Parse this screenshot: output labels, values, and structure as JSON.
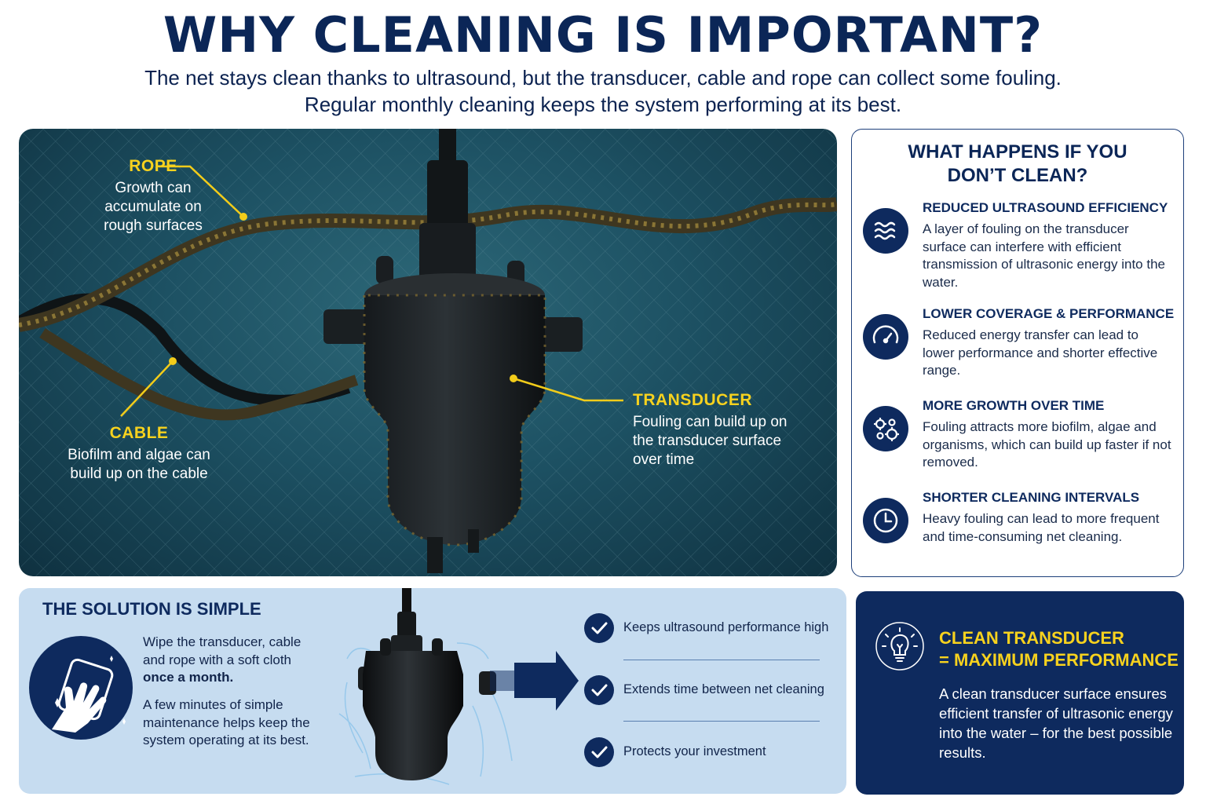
{
  "header": {
    "title": "WHY CLEANING IS IMPORTANT?",
    "subtitle_line1": "The net stays clean thanks to ultrasound, but the transducer, cable and rope can collect some fouling.",
    "subtitle_line2": "Regular monthly cleaning keeps the system performing at its best."
  },
  "hero": {
    "rope": {
      "label": "ROPE",
      "text": "Growth can accumulate on rough surfaces"
    },
    "cable": {
      "label": "CABLE",
      "text": "Biofilm and algae can build up on the cable"
    },
    "transducer": {
      "label": "TRANSDUCER",
      "text": "Fouling can build up on the transducer surface over time"
    }
  },
  "what_happens": {
    "title_line1": "WHAT HAPPENS IF YOU",
    "title_line2": "DON’T CLEAN?",
    "items": [
      {
        "icon": "waves-icon",
        "heading": "REDUCED ULTRASOUND EFFICIENCY",
        "text": "A layer of fouling on the transducer surface can interfere with efficient transmission of ultrasonic energy into the water."
      },
      {
        "icon": "gauge-icon",
        "heading": "LOWER COVERAGE & PERFORMANCE",
        "text": "Reduced energy transfer can lead to lower performance and shorter effective range."
      },
      {
        "icon": "gears-icon",
        "heading": "MORE GROWTH OVER TIME",
        "text": "Fouling attracts more biofilm, algae and organisms, which can build up faster if not removed."
      },
      {
        "icon": "clock-icon",
        "heading": "SHORTER CLEANING INTERVALS",
        "text": "Heavy fouling can lead to more frequent and time-consuming net cleaning."
      }
    ]
  },
  "solution": {
    "title": "THE SOLUTION IS SIMPLE",
    "text1_a": "Wipe the transducer, cable and rope with a soft cloth",
    "text1_b": "once a month.",
    "text2": "A few minutes of simple maintenance helps keep the system operating at its best.",
    "benefits": [
      "Keeps ultrasound performance high",
      "Extends time between net cleaning",
      "Protects your investment"
    ]
  },
  "clean": {
    "heading_line1": "CLEAN TRANSDUCER",
    "heading_line2": "= MAXIMUM PERFORMANCE",
    "text": "A clean transducer surface ensures efficient transfer of ultrasonic energy into the water – for the best possible results."
  },
  "colors": {
    "navy": "#0e2a5e",
    "accent_yellow": "#f7d21e",
    "light_blue": "#c6dcf0",
    "water_teal": "#1d5163"
  }
}
